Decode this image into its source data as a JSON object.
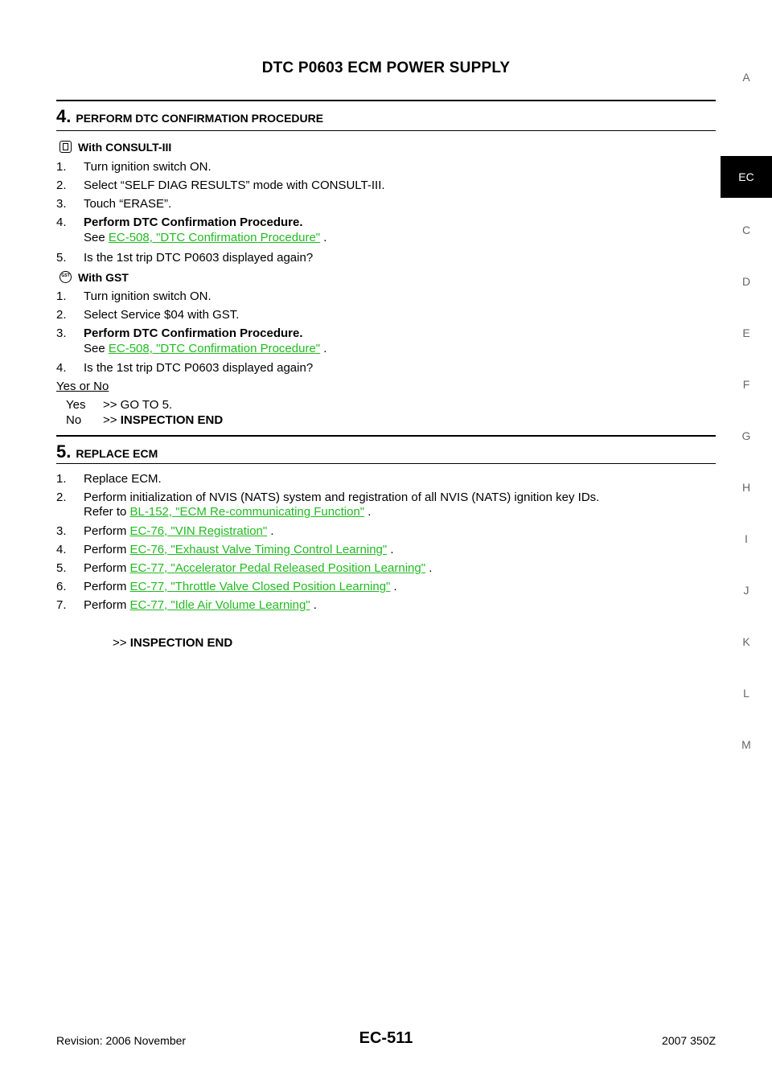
{
  "header": {
    "title": "DTC P0603 ECM POWER SUPPLY"
  },
  "side_tabs": [
    "A",
    "EC",
    "C",
    "D",
    "E",
    "F",
    "G",
    "H",
    "I",
    "J",
    "K",
    "L",
    "M"
  ],
  "step4": {
    "number": "4.",
    "title": "PERFORM DTC CONFIRMATION PROCEDURE",
    "consult_label": "With CONSULT-III",
    "consult_items": [
      "Turn ignition switch ON.",
      "Select “SELF DIAG RESULTS” mode with CONSULT-III.",
      "Touch “ERASE”.",
      "Perform DTC Confirmation Procedure.",
      "Is the 1st trip DTC P0603 displayed again?"
    ],
    "consult_see": "See",
    "consult_link": "EC-508, \"DTC Confirmation Procedure\"",
    "gst_label": "With GST",
    "gst_items": [
      "Turn ignition switch ON.",
      "Select Service $04 with GST.",
      "Perform DTC Confirmation Procedure.",
      "Is the 1st trip DTC P0603 displayed again?"
    ],
    "gst_see": "See",
    "gst_link": "EC-508, \"DTC Confirmation Procedure\"",
    "yes_or_no": "Yes or No",
    "yes_label": "Yes",
    "yes_result": ">> GO TO 5.",
    "no_label": "No",
    "no_arrow": ">>",
    "no_result": "INSPECTION END"
  },
  "step5": {
    "number": "5.",
    "title": "REPLACE ECM",
    "item1": "Replace ECM.",
    "item2": "Perform initialization of NVIS (NATS) system and registration of all NVIS (NATS) ignition key IDs.",
    "item2_refer": "Refer to",
    "item2_link": "BL-152, \"ECM Re-communicating Function\"",
    "perform": "Perform",
    "link3": "EC-76, \"VIN Registration\"",
    "link4": "EC-76, \"Exhaust Valve Timing Control Learning\"",
    "link5": "EC-77, \"Accelerator Pedal Released Position Learning\"",
    "link6": "EC-77, \"Throttle Valve Closed Position Learning\"",
    "link7": "EC-77, \"Idle Air Volume Learning\"",
    "end_arrow": ">>",
    "end_text": "INSPECTION END"
  },
  "footer": {
    "revision": "Revision: 2006 November",
    "page": "EC-511",
    "model": "2007 350Z"
  }
}
